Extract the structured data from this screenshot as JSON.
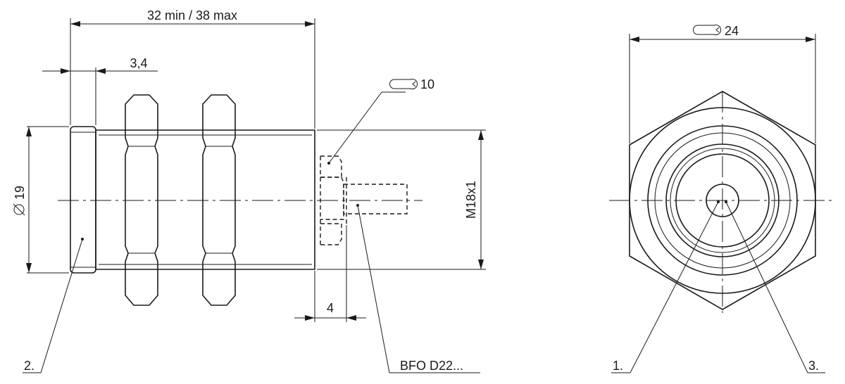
{
  "side_view": {
    "length_dim": "32 min / 38 max",
    "flange_dim": "3,4",
    "diameter_dim": "19",
    "thread_dim": "M18x1",
    "spacer_dim": "4",
    "wrench_dim": "10",
    "accessory_label": "BFO D22...",
    "part_label_2": "2."
  },
  "front_view": {
    "wrench_dim": "24",
    "part_label_1": "1.",
    "part_label_3": "3."
  }
}
